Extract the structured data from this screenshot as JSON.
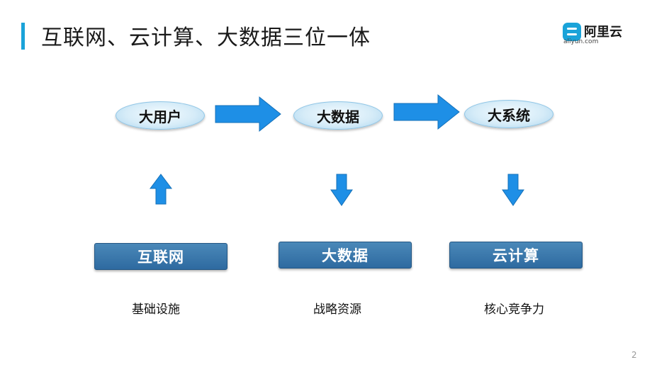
{
  "slide": {
    "title": "互联网、云计算、大数据三位一体",
    "page_number": "2"
  },
  "logo": {
    "name": "阿里云",
    "domain": "aliyun.com"
  },
  "top_row": [
    "大用户",
    "大数据",
    "大系统"
  ],
  "bottom_row": [
    "互联网",
    "大数据",
    "云计算"
  ],
  "captions": [
    "基础设施",
    "战略资源",
    "核心竞争力"
  ],
  "colors": {
    "accent": "#1aa3d9",
    "arrow": "#1e8fe6",
    "box": "#3a78ab"
  }
}
